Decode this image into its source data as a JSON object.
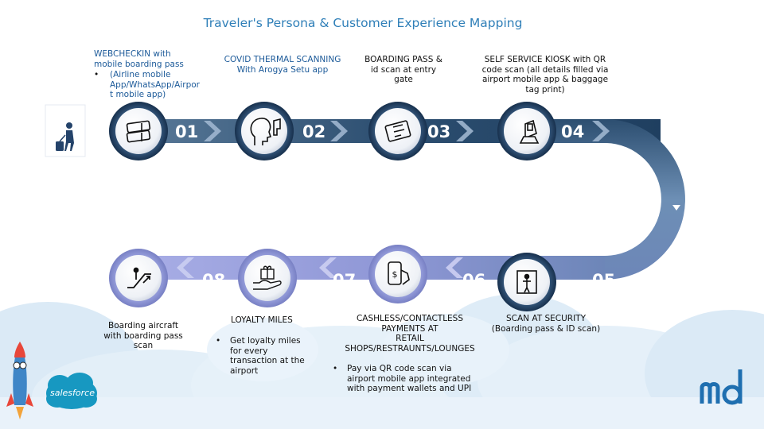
{
  "title": "Traveler's Persona & Customer Experience Mapping",
  "steps": [
    {
      "num": "01",
      "icon": "boarding-pass-icon",
      "title": "WEBCHECKIN with mobile boarding pass",
      "bullet": "(Airline mobile App/WhatsApp/Airport mobile app)"
    },
    {
      "num": "02",
      "icon": "thermal-scan-icon",
      "title": "COVID THERMAL SCANNING With Arogya Setu app"
    },
    {
      "num": "03",
      "icon": "id-scan-icon",
      "title": "BOARDING PASS & id scan at entry gate"
    },
    {
      "num": "04",
      "icon": "kiosk-icon",
      "title": "SELF SERVICE KIOSK with QR code scan (all details filled via airport mobile app & baggage tag print)"
    },
    {
      "num": "05",
      "icon": "security-gate-icon",
      "title": "SCAN AT SECURITY (Boarding pass & ID scan)"
    },
    {
      "num": "06",
      "icon": "mobile-payment-icon",
      "title": "CASHLESS/CONTACTLESS PAYMENTS AT RETAIL SHOPS/RESTRAUNTS/LOUNGES",
      "bullet": "Pay via QR code scan via airport mobile app integrated with payment wallets and UPI"
    },
    {
      "num": "07",
      "icon": "loyalty-gift-icon",
      "title": "LOYALTY MILES",
      "bullet": "Get loyalty miles for every transaction at the airport"
    },
    {
      "num": "08",
      "icon": "escalator-icon",
      "title": "Boarding aircraft with boarding pass scan"
    }
  ],
  "lines": {
    "s1": [
      "WEBCHECKIN with",
      "mobile boarding pass"
    ],
    "s1b": [
      "(Airline mobile",
      "App/WhatsApp/Airpor",
      "t mobile app)"
    ],
    "s2": [
      "COVID THERMAL SCANNING",
      "With Arogya Setu app"
    ],
    "s3": [
      "BOARDING PASS &",
      "id scan at entry",
      "gate"
    ],
    "s4": [
      "SELF SERVICE KIOSK with QR",
      "code scan (all details filled via",
      "airport mobile app & baggage",
      "tag print)"
    ],
    "s5": [
      "SCAN AT SECURITY",
      "(Boarding pass & ID scan)"
    ],
    "s6": [
      "CASHLESS/CONTACTLESS",
      "PAYMENTS AT",
      "RETAIL",
      "SHOPS/RESTRAUNTS/LOUNGES"
    ],
    "s6b": [
      "Pay via QR code scan via",
      "airport mobile app integrated",
      "with payment wallets and UPI"
    ],
    "s7": [
      "LOYALTY MILES"
    ],
    "s7b": [
      "Get loyalty miles",
      "for every",
      "transaction at the",
      "airport"
    ],
    "s8": [
      "Boarding aircraft",
      "with boarding pass",
      "scan"
    ]
  },
  "bullet_char": "•",
  "logos": {
    "salesforce": "salesforce",
    "md_letters": "md"
  },
  "colors": {
    "title": "#2f7fb8",
    "navy": "#1c3d5e",
    "steel": "#5a7fa6",
    "lavender": "#9aa0dc",
    "cloud": "#d6e8f5"
  }
}
